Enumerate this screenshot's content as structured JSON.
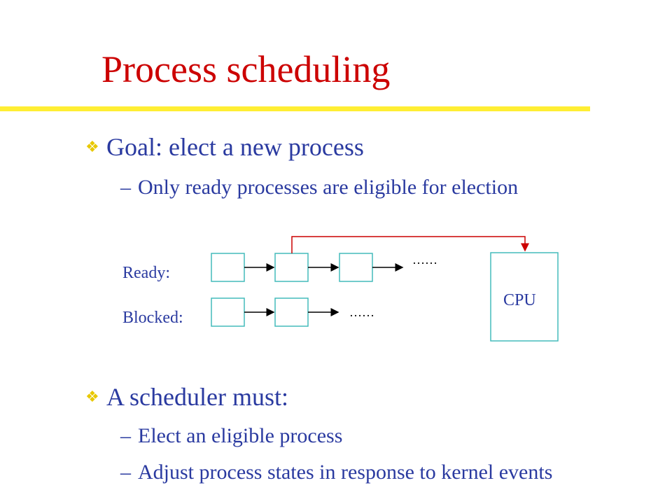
{
  "slide": {
    "title": "Process scheduling",
    "bullets": [
      {
        "icon": "diamond-bullet-icon",
        "text": "Goal: elect a new process",
        "sub": [
          "Only ready processes are eligible for election"
        ]
      },
      {
        "icon": "diamond-bullet-icon",
        "text": "A scheduler must:",
        "sub": [
          "Elect an eligible process",
          "Adjust process states in response to kernel events"
        ]
      }
    ],
    "dash": "–"
  },
  "diagram": {
    "ready_label": "Ready:",
    "blocked_label": "Blocked:",
    "cpu_label": "CPU",
    "ellipsis": "……",
    "colors": {
      "box": "#44bbbb",
      "arrow": "#000000",
      "elect_arrow": "#cc0000",
      "text": "#2a3aa0"
    }
  }
}
